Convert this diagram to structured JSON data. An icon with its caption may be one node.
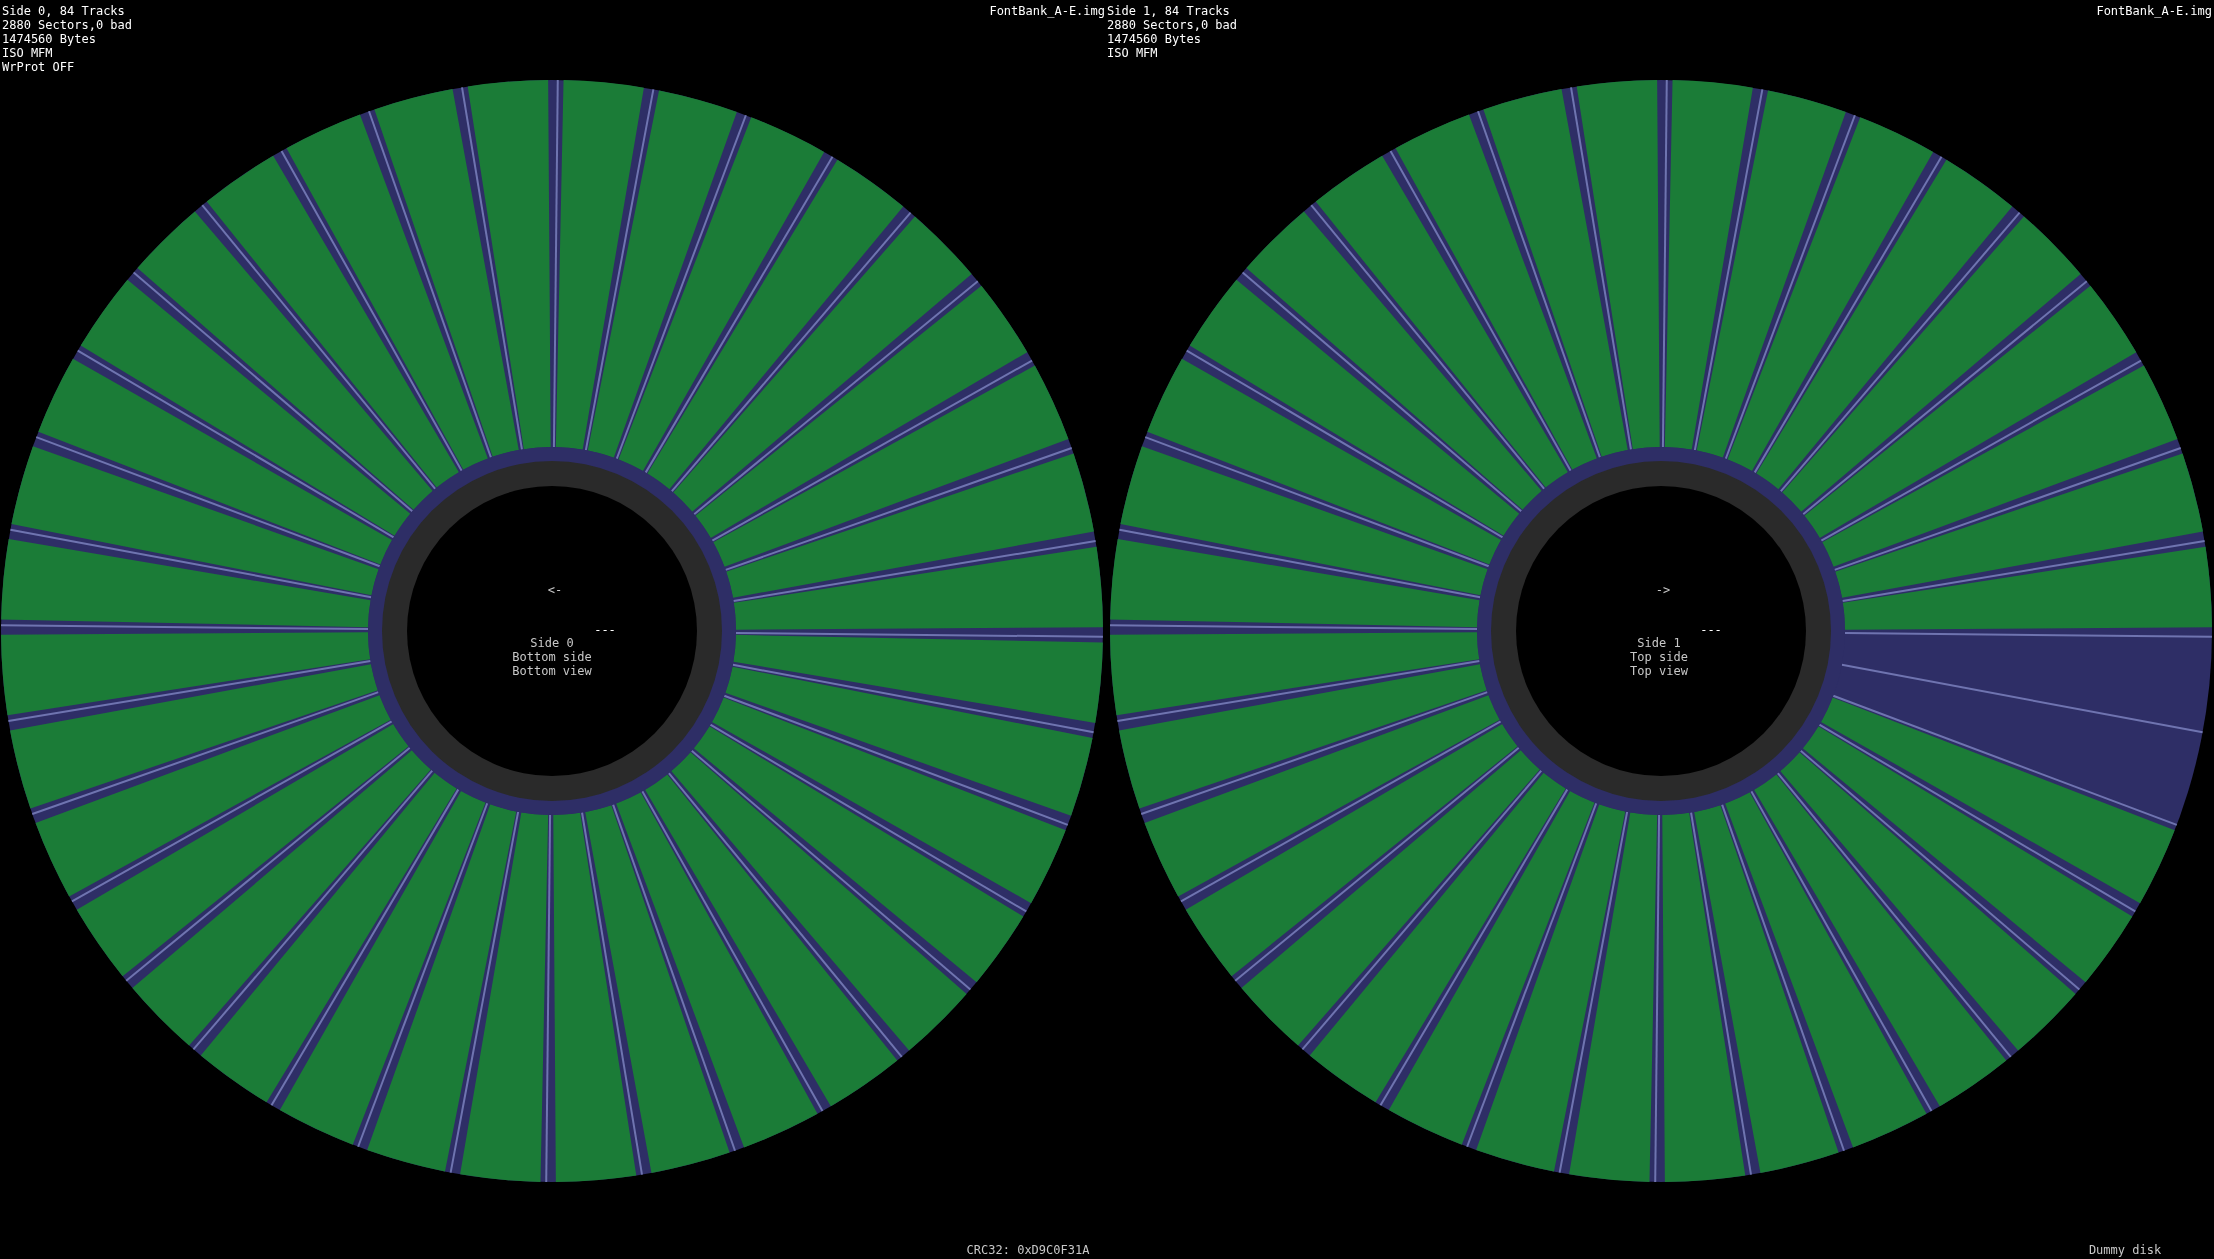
{
  "diagram": {
    "labels": [
      "Side 0, 84 Tracks",
      "2880 Sectors,0 bad",
      "1474560 Bytes",
      "ISO MFM",
      "WrProt OFF",
      "FontBank_A-E.img",
      "Side 1, 84 Tracks",
      "2880 Sectors,0 bad",
      "1474560 Bytes",
      "ISO MFM",
      "FontBank_A-E.img",
      "<-",
      "---",
      "Side 0",
      "Bottom side",
      "Bottom view",
      "->",
      "---",
      "Side 1",
      "Top side",
      "Top view",
      "CRC32: 0xD9C0F31A",
      "Dummy disk"
    ]
  }
}
